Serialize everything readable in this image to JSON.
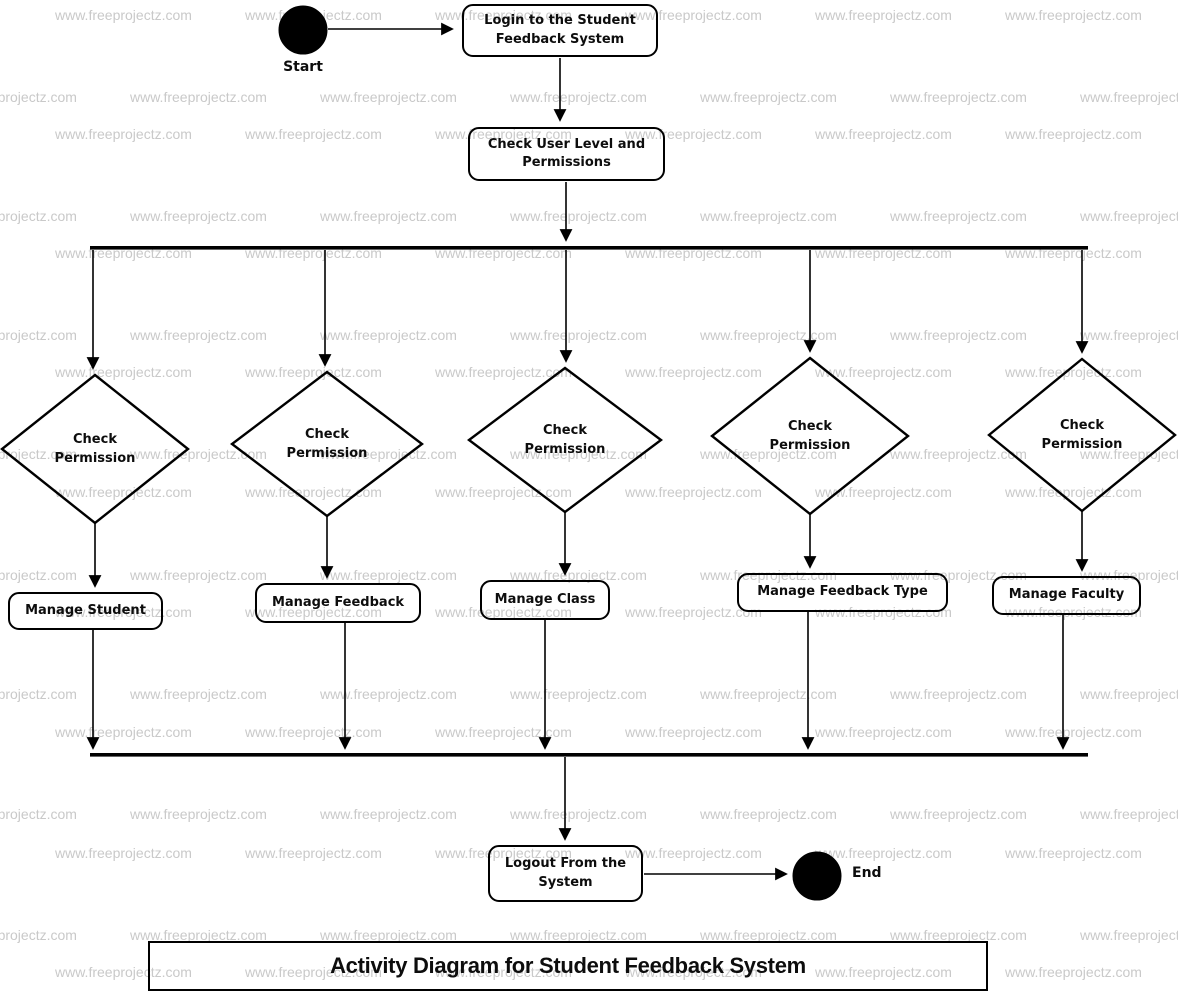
{
  "diagram": {
    "start_label": "Start",
    "end_label": "End",
    "login_label": "Login to the Student Feedback System",
    "check_user_label": "Check User Level and Permissions",
    "decision_labels": [
      "Check Permission",
      "Check Permission",
      "Check Permission",
      "Check Permission",
      "Check Permission"
    ],
    "activity_labels": [
      "Manage Student",
      "Manage Feedback",
      "Manage Class",
      "Manage Feedback Type",
      "Manage Faculty"
    ],
    "logout_label": "Logout From the System",
    "title": "Activity Diagram for Student Feedback System"
  },
  "watermark": {
    "text": "www.freeprojectz.com",
    "color": "#c9c9c9"
  },
  "colors": {
    "stroke": "#000000",
    "fill": "transparent",
    "text": "#0d0d0d",
    "background": "#ffffff"
  }
}
